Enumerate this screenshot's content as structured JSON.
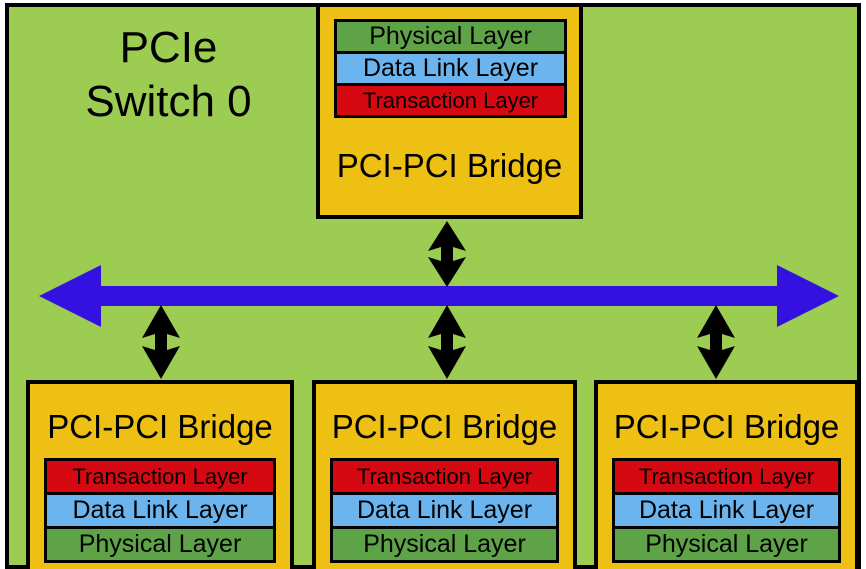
{
  "diagram": {
    "title": "PCIe Switch 0",
    "title_lines": "PCIe\nSwitch 0",
    "colors": {
      "panel_background": "#9ccc52",
      "bridge_fill": "#eec014",
      "physical_layer": "#5fa348",
      "data_link_layer": "#6bb4ee",
      "transaction_layer": "#d60812",
      "bus_arrow": "#3311e0",
      "outline": "#000000"
    },
    "labels": {
      "bridge": "PCI-PCI Bridge",
      "physical": "Physical Layer",
      "data_link": "Data Link Layer",
      "transaction": "Transaction Layer"
    },
    "bridges": [
      {
        "id": "upstream-port",
        "position": "top-center",
        "bridge_label": "PCI-PCI Bridge",
        "stack_order": "layers-above-label",
        "layers": [
          "Physical Layer",
          "Data Link Layer",
          "Transaction Layer"
        ]
      },
      {
        "id": "downstream-port-0",
        "position": "bottom-left",
        "bridge_label": "PCI-PCI Bridge",
        "stack_order": "label-above-layers",
        "layers": [
          "Transaction Layer",
          "Data Link Layer",
          "Physical Layer"
        ]
      },
      {
        "id": "downstream-port-1",
        "position": "bottom-center",
        "bridge_label": "PCI-PCI Bridge",
        "stack_order": "label-above-layers",
        "layers": [
          "Transaction Layer",
          "Data Link Layer",
          "Physical Layer"
        ]
      },
      {
        "id": "downstream-port-2",
        "position": "bottom-right",
        "bridge_label": "PCI-PCI Bridge",
        "stack_order": "label-above-layers",
        "layers": [
          "Transaction Layer",
          "Data Link Layer",
          "Physical Layer"
        ]
      }
    ],
    "connectors": [
      {
        "id": "bus",
        "kind": "horizontal-double-arrow",
        "color": "#3311e0"
      },
      {
        "id": "link-upstream",
        "kind": "vertical-double-arrow",
        "color": "#000000"
      },
      {
        "id": "link-downstream-left",
        "kind": "vertical-double-arrow",
        "color": "#000000"
      },
      {
        "id": "link-downstream-center",
        "kind": "vertical-double-arrow",
        "color": "#000000"
      },
      {
        "id": "link-downstream-right",
        "kind": "vertical-double-arrow",
        "color": "#000000"
      }
    ]
  }
}
